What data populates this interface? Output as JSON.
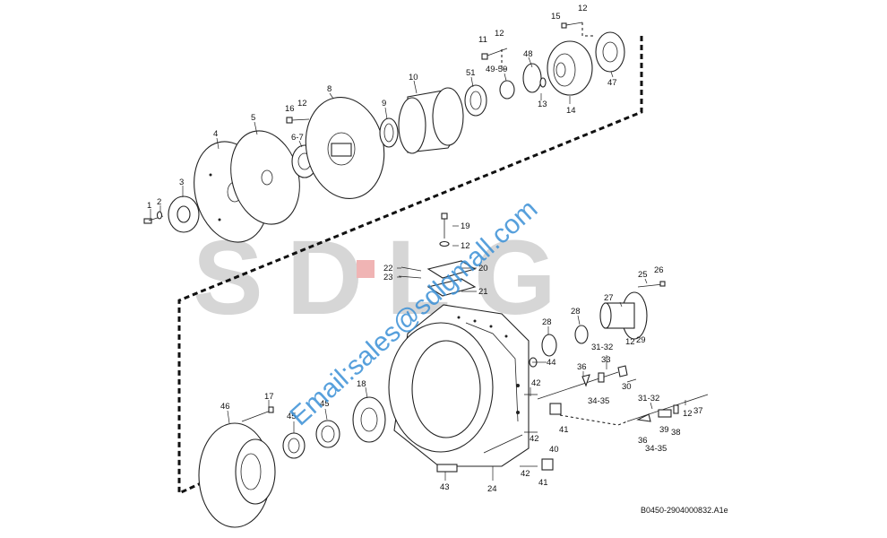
{
  "watermark": {
    "logo_text": "SDLG",
    "email_text": "Email:sales@sdlgmall.com"
  },
  "reference_code": "B0450-2904000832.A1e",
  "callouts": [
    {
      "id": "c1",
      "text": "1"
    },
    {
      "id": "c2",
      "text": "2"
    },
    {
      "id": "c3",
      "text": "3"
    },
    {
      "id": "c4",
      "text": "4"
    },
    {
      "id": "c5",
      "text": "5"
    },
    {
      "id": "c6-7",
      "text": "6-7"
    },
    {
      "id": "c8",
      "text": "8"
    },
    {
      "id": "c9",
      "text": "9"
    },
    {
      "id": "c10",
      "text": "10"
    },
    {
      "id": "c11",
      "text": "11"
    },
    {
      "id": "c12a",
      "text": "12"
    },
    {
      "id": "c12b",
      "text": "12"
    },
    {
      "id": "c12c",
      "text": "12"
    },
    {
      "id": "c12d",
      "text": "12"
    },
    {
      "id": "c12e",
      "text": "12"
    },
    {
      "id": "c12f",
      "text": "12"
    },
    {
      "id": "c13",
      "text": "13"
    },
    {
      "id": "c14",
      "text": "14"
    },
    {
      "id": "c15",
      "text": "15"
    },
    {
      "id": "c16",
      "text": "16"
    },
    {
      "id": "c17",
      "text": "17"
    },
    {
      "id": "c18",
      "text": "18"
    },
    {
      "id": "c19",
      "text": "19"
    },
    {
      "id": "c20",
      "text": "20"
    },
    {
      "id": "c21",
      "text": "21"
    },
    {
      "id": "c22",
      "text": "22"
    },
    {
      "id": "c23",
      "text": "23"
    },
    {
      "id": "c24",
      "text": "24"
    },
    {
      "id": "c25",
      "text": "25"
    },
    {
      "id": "c26",
      "text": "26"
    },
    {
      "id": "c27",
      "text": "27"
    },
    {
      "id": "c28a",
      "text": "28"
    },
    {
      "id": "c28b",
      "text": "28"
    },
    {
      "id": "c29",
      "text": "29"
    },
    {
      "id": "c30",
      "text": "30"
    },
    {
      "id": "c31-32a",
      "text": "31-32"
    },
    {
      "id": "c31-32b",
      "text": "31-32"
    },
    {
      "id": "c33",
      "text": "33"
    },
    {
      "id": "c34-35a",
      "text": "34-35"
    },
    {
      "id": "c34-35b",
      "text": "34-35"
    },
    {
      "id": "c36a",
      "text": "36"
    },
    {
      "id": "c36b",
      "text": "36"
    },
    {
      "id": "c37",
      "text": "37"
    },
    {
      "id": "c38",
      "text": "38"
    },
    {
      "id": "c39",
      "text": "39"
    },
    {
      "id": "c40",
      "text": "40"
    },
    {
      "id": "c41a",
      "text": "41"
    },
    {
      "id": "c41b",
      "text": "41"
    },
    {
      "id": "c42a",
      "text": "42"
    },
    {
      "id": "c42b",
      "text": "42"
    },
    {
      "id": "c42c",
      "text": "42"
    },
    {
      "id": "c43",
      "text": "43"
    },
    {
      "id": "c44",
      "text": "44"
    },
    {
      "id": "c45a",
      "text": "45"
    },
    {
      "id": "c45b",
      "text": "45"
    },
    {
      "id": "c46",
      "text": "46"
    },
    {
      "id": "c47",
      "text": "47"
    },
    {
      "id": "c48",
      "text": "48"
    },
    {
      "id": "c49-50",
      "text": "49-50"
    },
    {
      "id": "c51",
      "text": "51"
    }
  ]
}
